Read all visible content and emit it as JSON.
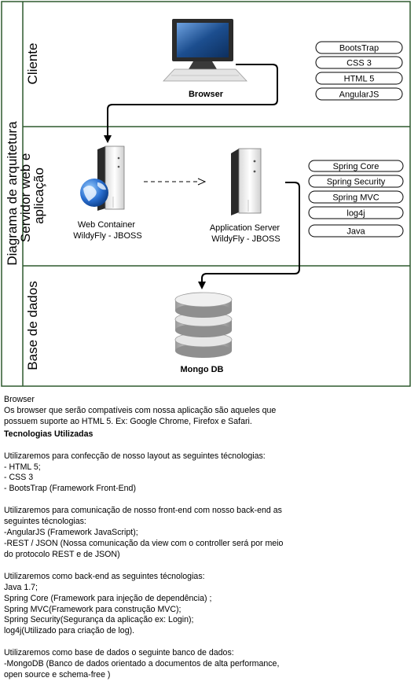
{
  "diagram": {
    "title": "Diagrama de arquitetura",
    "lanes": [
      {
        "label": "Cliente"
      },
      {
        "label": "Servidor web e\naplicação"
      },
      {
        "label": "Base de dados"
      }
    ],
    "nodes": {
      "browser": "Browser",
      "web_container": [
        "Web Container",
        "WildyFly - JBOSS"
      ],
      "app_server": [
        "Application Server",
        "WildyFly - JBOSS"
      ],
      "mongo": "Mongo DB"
    },
    "client_tech": [
      "BootsTrap",
      "CSS 3",
      "HTML 5",
      "AngularJS"
    ],
    "server_tech": [
      "Spring Core",
      "Spring Security",
      "Spring MVC",
      "log4j",
      "Java"
    ],
    "colors": {
      "border": "#2f5a2f",
      "arrow": "#000000",
      "monitor": "#2b2b2b",
      "screen": "#1c4e8f",
      "server_body": "#f4f4f4",
      "server_side": "#2a2a2a",
      "globe": "#2a6fd0",
      "db_silver": "#cfcfcf"
    },
    "icons": [
      "monitor-icon",
      "globe-icon",
      "server-icon",
      "database-icon"
    ]
  },
  "notes": {
    "browser_title": "Browser",
    "browser_text": "Os browser que serão compatíveis com nossa aplicação são aqueles que\npossuem suporte ao HTML 5. Ex: Google Chrome, Firefox e Safari.",
    "tech_title": "Tecnologias Utilizadas",
    "layout": "Utilizaremos para confecção de nosso layout  as seguintes técnologias:\n- HTML 5;\n- CSS 3\n- BootsTrap (Framework Front-End)",
    "comm": "Utilizaremos para comunicação de nosso front-end com nosso back-end as\nseguintes técnologias:\n-AngularJS (Framework JavaScript);\n-REST / JSON (Nossa comunicação da view com o controller será por meio\ndo protocolo REST e de JSON)",
    "backend": "Utilizaremos como back-end as seguintes técnologias:\nJava 1.7;\nSpring Core (Framework para injeção de dependência) ;\nSpring MVC(Framework para construção MVC);\nSpring Security(Segurança da aplicação ex: Login);\nlog4j(Utilizado para criação de log).",
    "database": "Utilizaremos como base de dados o seguinte banco de dados:\n-MongoDB (Banco de dados orientado a documentos de alta performance,\nopen source e schema-free )"
  }
}
